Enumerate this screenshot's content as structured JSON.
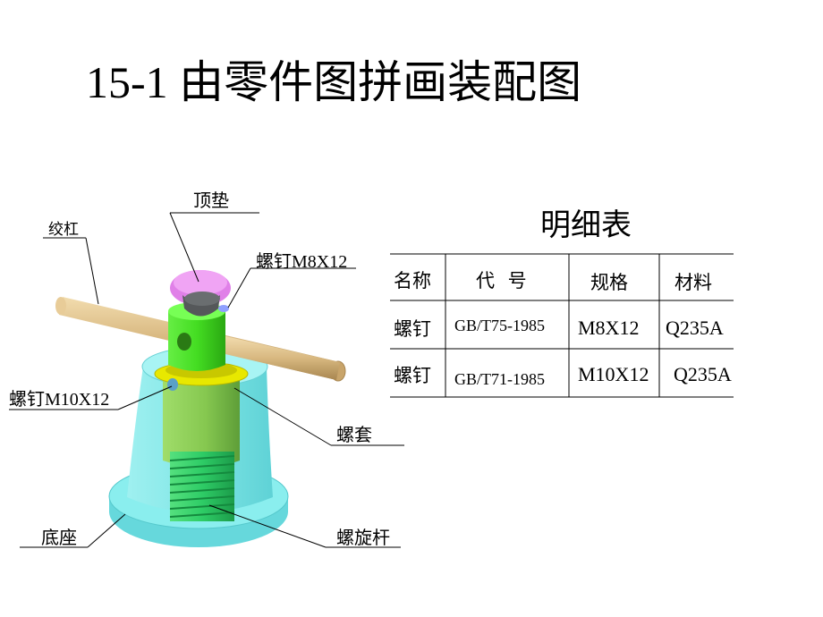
{
  "title": {
    "number": "15-1",
    "text": "由零件图拼画装配图"
  },
  "labels": {
    "top_pad": "顶垫",
    "lever": "绞杠",
    "screw_m8": {
      "prefix": "螺钉",
      "spec": "M8X12"
    },
    "screw_m10": {
      "prefix": "螺钉",
      "spec": "M10X12"
    },
    "sleeve": "螺套",
    "base": "底座",
    "screw_rod": "螺旋杆"
  },
  "parts_table": {
    "title": "明细表",
    "headers": [
      "名称",
      "代 号",
      "规格",
      "材料"
    ],
    "rows": [
      [
        "螺钉",
        "GB/T75-1985",
        "M8X12",
        "Q235A"
      ],
      [
        "螺钉",
        "GB/T71-1985",
        "M10X12",
        "Q235A"
      ]
    ]
  },
  "colors": {
    "base": "#7fe6e6",
    "sleeve": "#88cc55",
    "screw_rod": "#33cc66",
    "top_pad": "#e080e8",
    "collar": "#e8e800",
    "lever": "#d8b880",
    "head": "#55585a"
  }
}
